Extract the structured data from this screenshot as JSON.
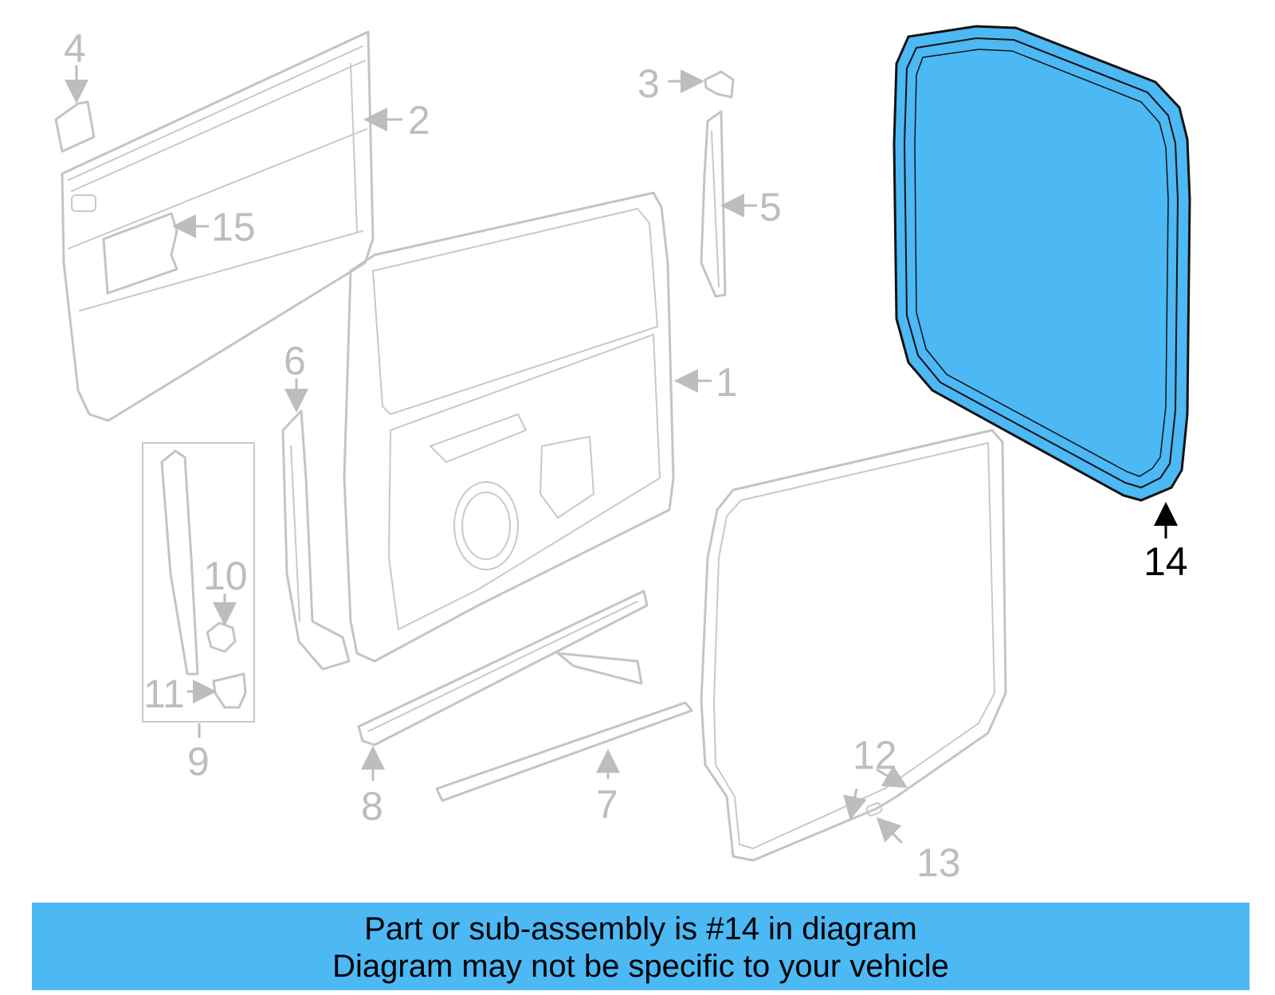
{
  "diagram": {
    "callouts": [
      "1",
      "2",
      "3",
      "4",
      "5",
      "6",
      "7",
      "8",
      "9",
      "10",
      "11",
      "12",
      "13",
      "14",
      "15"
    ],
    "highlighted_part": "14",
    "highlight_color": "#4cb8f4"
  },
  "banner": {
    "line1": "Part or sub-assembly is #14 in diagram",
    "line2": "Diagram may not be specific to your vehicle",
    "background": "#4cb8f4"
  }
}
